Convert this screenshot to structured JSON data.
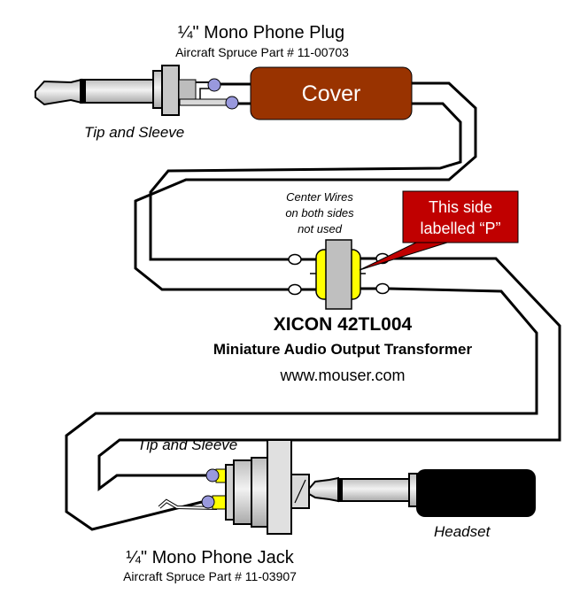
{
  "plug": {
    "title": "¼\" Mono Phone Plug",
    "part": "Aircraft Spruce Part # 11-00703",
    "wiring_label": "Tip and Sleeve"
  },
  "cover": {
    "label": "Cover",
    "color": "#993300"
  },
  "transformer": {
    "note_lines": [
      "Center Wires",
      "on both sides",
      "not used"
    ],
    "callout_lines": [
      "This side",
      "labelled “P”"
    ],
    "callout_color": "#c00000",
    "model": "XICON 42TL004",
    "description": "Miniature Audio Output Transformer",
    "website": "www.mouser.com"
  },
  "jack": {
    "wiring_label": "Tip and Sleeve",
    "title": "¼\" Mono Phone Jack",
    "part": "Aircraft Spruce Part # 11-03907"
  },
  "headset": {
    "label": "Headset"
  }
}
